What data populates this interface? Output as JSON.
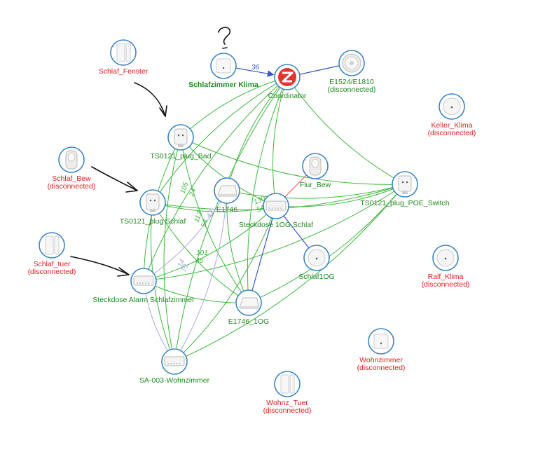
{
  "colors": {
    "online_label": "#1f8a1f",
    "offline_label": "#e02020",
    "node_border": "#3d85c6",
    "link_green": "#3cb83c",
    "link_blue": "#3355cc",
    "link_lavender": "#a9a9e6",
    "link_red": "#e05050"
  },
  "nodes": [
    {
      "id": "schlafzimmer_klima",
      "name": "Schlafzimmer Klima",
      "status": "",
      "state": "online",
      "icon": "square-sensor-icon",
      "bold": true
    },
    {
      "id": "coordinator",
      "name": "Coordinator",
      "status": "",
      "state": "online",
      "icon": "zigbee-logo-icon",
      "bold": false
    },
    {
      "id": "e1524",
      "name": "E1524/E1810",
      "status": "(disconnected)",
      "state": "online",
      "icon": "round-remote-icon",
      "bold": false
    },
    {
      "id": "schlaf_fenster",
      "name": "Schlaf_Fenster",
      "status": "",
      "state": "offline",
      "icon": "door-sensor-icon",
      "bold": false
    },
    {
      "id": "keller_klima",
      "name": "Keller_Klima",
      "status": "(disconnected)",
      "state": "offline",
      "icon": "round-sensor-icon",
      "bold": false
    },
    {
      "id": "ts0121_bad",
      "name": "TS0121_plug_Bad",
      "status": "",
      "state": "online",
      "icon": "smart-plug-icon",
      "bold": false
    },
    {
      "id": "schlaf_bew",
      "name": "Schlaf_Bew",
      "status": "(disconnected)",
      "state": "offline",
      "icon": "motion-sensor-icon",
      "bold": false
    },
    {
      "id": "flur_bew",
      "name": "Flur_Bew",
      "status": "",
      "state": "online",
      "icon": "motion-sensor-icon",
      "bold": false
    },
    {
      "id": "ts0121_poe",
      "name": "TS0121_plug_POE_Switch",
      "status": "",
      "state": "online",
      "icon": "smart-plug-icon",
      "bold": false
    },
    {
      "id": "e1746",
      "name": "E1746",
      "status": "",
      "state": "online",
      "icon": "repeater-icon",
      "bold": false
    },
    {
      "id": "ts0121_schlaf",
      "name": "TS0121_plug Schlaf",
      "status": "",
      "state": "online",
      "icon": "smart-plug-icon",
      "bold": false
    },
    {
      "id": "steckdose_1og",
      "name": "Steckdose 1OG Schlaf",
      "status": "",
      "state": "online",
      "icon": "relay-module-icon",
      "bold": false
    },
    {
      "id": "schlaf_tuer",
      "name": "Schlaf_tuer",
      "status": "(disconnected)",
      "state": "offline",
      "icon": "door-sensor-icon",
      "bold": false
    },
    {
      "id": "schlaf1og",
      "name": "Schlaf1OG",
      "status": "",
      "state": "online",
      "icon": "round-sensor-icon",
      "bold": false
    },
    {
      "id": "ralf_klima",
      "name": "Ralf_Klima",
      "status": "(disconnected)",
      "state": "offline",
      "icon": "round-sensor-icon",
      "bold": false
    },
    {
      "id": "steckdose_alarm",
      "name": "Steckdose Alarm Schlafzimmer",
      "status": "",
      "state": "online",
      "icon": "relay-module-icon",
      "bold": false
    },
    {
      "id": "e1746_1og",
      "name": "E1746_1OG",
      "status": "",
      "state": "online",
      "icon": "repeater-icon",
      "bold": false
    },
    {
      "id": "wohnzimmer",
      "name": "Wohnzimmer",
      "status": "(disconnected)",
      "state": "offline",
      "icon": "square-sensor-icon",
      "bold": false
    },
    {
      "id": "sa003",
      "name": "SA-003-Wohnzimmer",
      "status": "",
      "state": "online",
      "icon": "relay-module-icon",
      "bold": false
    },
    {
      "id": "wohnz_tuer",
      "name": "Wohnz_Tuer",
      "status": "(disconnected)",
      "state": "offline",
      "icon": "door-sensor-icon",
      "bold": false
    }
  ],
  "links": [
    {
      "from": "schlafzimmer_klima",
      "to": "coordinator",
      "color": "blue",
      "lqi": "36",
      "arrow": true
    },
    {
      "from": "e1524",
      "to": "coordinator",
      "color": "blue",
      "lqi": ""
    },
    {
      "from": "coordinator",
      "to": "ts0121_bad",
      "color": "green",
      "lqi": ""
    },
    {
      "from": "coordinator",
      "to": "ts0121_schlaf",
      "color": "green",
      "lqi": ""
    },
    {
      "from": "coordinator",
      "to": "steckdose_alarm",
      "color": "green",
      "lqi": ""
    },
    {
      "from": "coordinator",
      "to": "sa003",
      "color": "green",
      "lqi": ""
    },
    {
      "from": "coordinator",
      "to": "e1746_1og",
      "color": "green",
      "lqi": ""
    },
    {
      "from": "coordinator",
      "to": "steckdose_1og",
      "color": "green",
      "lqi": ""
    },
    {
      "from": "coordinator",
      "to": "ts0121_poe",
      "color": "green",
      "lqi": ""
    },
    {
      "from": "coordinator",
      "to": "e1746",
      "color": "green",
      "lqi": ""
    },
    {
      "from": "ts0121_bad",
      "to": "ts0121_poe",
      "color": "green",
      "lqi": ""
    },
    {
      "from": "ts0121_bad",
      "to": "steckdose_1og",
      "color": "green",
      "lqi": ""
    },
    {
      "from": "ts0121_bad",
      "to": "e1746_1og",
      "color": "green",
      "lqi": ""
    },
    {
      "from": "ts0121_bad",
      "to": "steckdose_alarm",
      "color": "green",
      "lqi": ""
    },
    {
      "from": "ts0121_bad",
      "to": "sa003",
      "color": "green",
      "lqi": ""
    },
    {
      "from": "ts0121_schlaf",
      "to": "ts0121_poe",
      "color": "green",
      "lqi": ""
    },
    {
      "from": "ts0121_schlaf",
      "to": "e1746_1og",
      "color": "green",
      "lqi": ""
    },
    {
      "from": "ts0121_schlaf",
      "to": "steckdose_1og",
      "color": "green",
      "lqi": ""
    },
    {
      "from": "ts0121_schlaf",
      "to": "sa003",
      "color": "green",
      "lqi": ""
    },
    {
      "from": "steckdose_alarm",
      "to": "ts0121_poe",
      "color": "green",
      "lqi": ""
    },
    {
      "from": "steckdose_alarm",
      "to": "steckdose_1og",
      "color": "green",
      "lqi": ""
    },
    {
      "from": "steckdose_alarm",
      "to": "e1746_1og",
      "color": "green",
      "lqi": ""
    },
    {
      "from": "sa003",
      "to": "ts0121_poe",
      "color": "green",
      "lqi": ""
    },
    {
      "from": "sa003",
      "to": "steckdose_1og",
      "color": "green",
      "lqi": ""
    },
    {
      "from": "e1746_1og",
      "to": "ts0121_poe",
      "color": "green",
      "lqi": ""
    },
    {
      "from": "e1746",
      "to": "ts0121_poe",
      "color": "green",
      "lqi": ""
    },
    {
      "from": "e1746",
      "to": "e1746_1og",
      "color": "green",
      "lqi": ""
    },
    {
      "from": "steckdose_1og",
      "to": "ts0121_poe",
      "color": "green",
      "lqi": ""
    },
    {
      "from": "flur_bew",
      "to": "steckdose_1og",
      "color": "red",
      "lqi": ""
    },
    {
      "from": "schlaf1og",
      "to": "steckdose_1og",
      "color": "blue",
      "lqi": ""
    },
    {
      "from": "steckdose_1og",
      "to": "e1746_1og",
      "color": "blue",
      "lqi": ""
    },
    {
      "from": "steckdose_alarm",
      "to": "sa003",
      "color": "lavender",
      "lqi": ""
    },
    {
      "from": "steckdose_alarm",
      "to": "e1746",
      "color": "lavender",
      "lqi": ""
    },
    {
      "from": "sa003",
      "to": "e1746",
      "color": "lavender",
      "lqi": ""
    }
  ],
  "link_labels": [
    {
      "text": "105",
      "color": "green",
      "rotate": -70
    },
    {
      "text": "24",
      "color": "green",
      "rotate": -70
    },
    {
      "text": "130",
      "color": "green",
      "rotate": -25
    },
    {
      "text": "54",
      "color": "green",
      "rotate": -25
    },
    {
      "text": "113",
      "color": "green",
      "rotate": -70
    },
    {
      "text": "54",
      "color": "green",
      "rotate": -70
    },
    {
      "text": "42",
      "color": "lavender",
      "rotate": -60
    },
    {
      "text": "101",
      "color": "green",
      "rotate": 0
    },
    {
      "text": "45",
      "color": "green",
      "rotate": 0
    },
    {
      "text": "14",
      "color": "lavender",
      "rotate": -65
    },
    {
      "text": "10",
      "color": "lavender",
      "rotate": -65
    }
  ]
}
